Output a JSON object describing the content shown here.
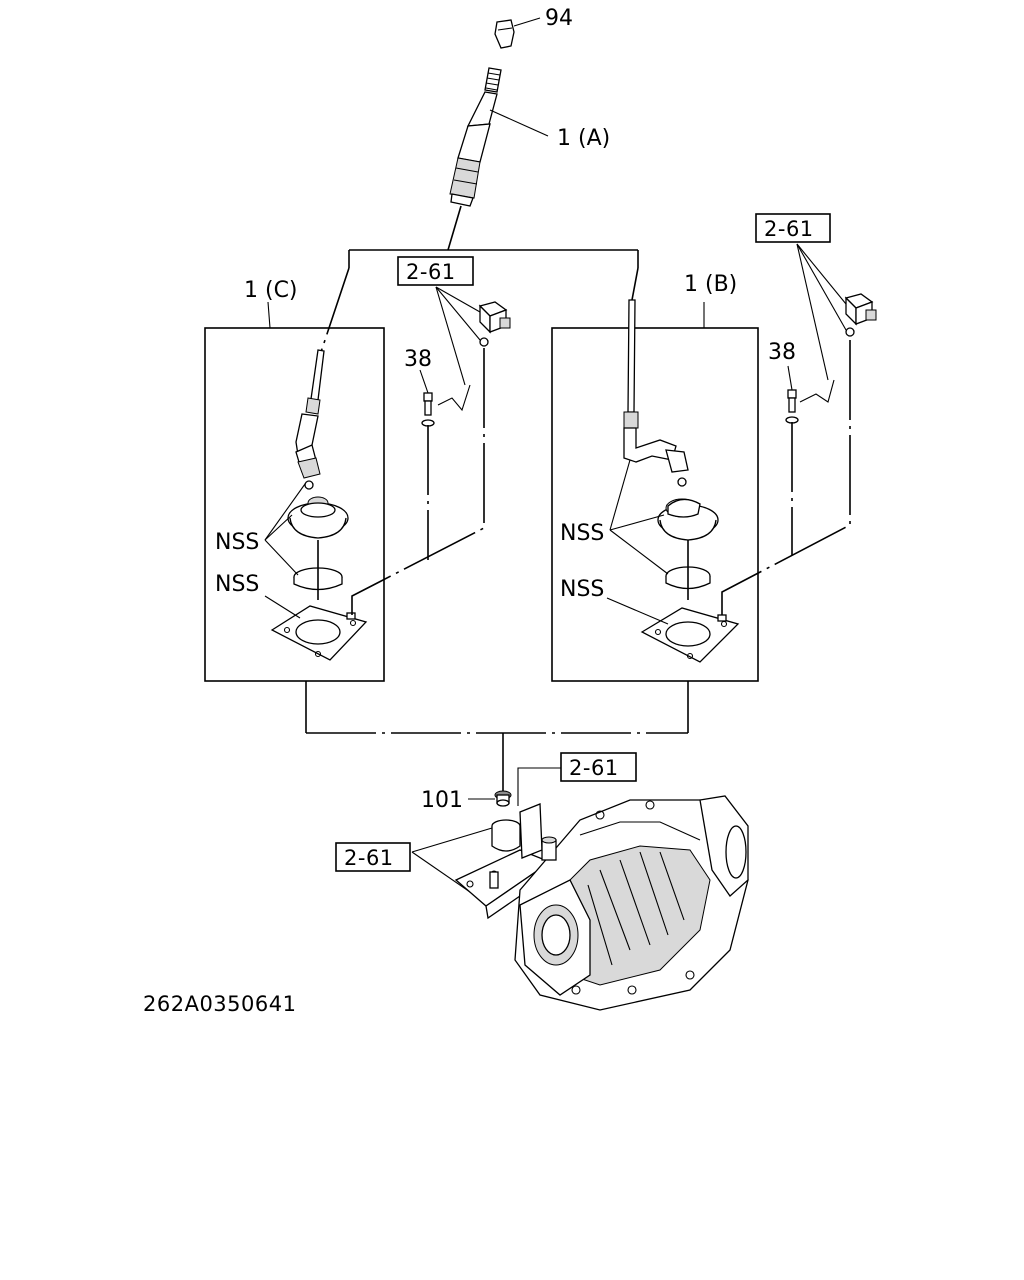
{
  "labels": {
    "knob": "94",
    "lever_a": "1 (A)",
    "lever_c": "1 (C)",
    "lever_b": "1 (B)",
    "ref_top_left": "2-61",
    "ref_top_right": "2-61",
    "ref_mid": "2-61",
    "ref_bottom": "2-61",
    "bolt_left": "38",
    "bolt_right": "38",
    "nss_left_1": "NSS",
    "nss_left_2": "NSS",
    "nss_right_1": "NSS",
    "nss_right_2": "NSS",
    "plug": "101"
  },
  "diagram_code": "262A0350641"
}
